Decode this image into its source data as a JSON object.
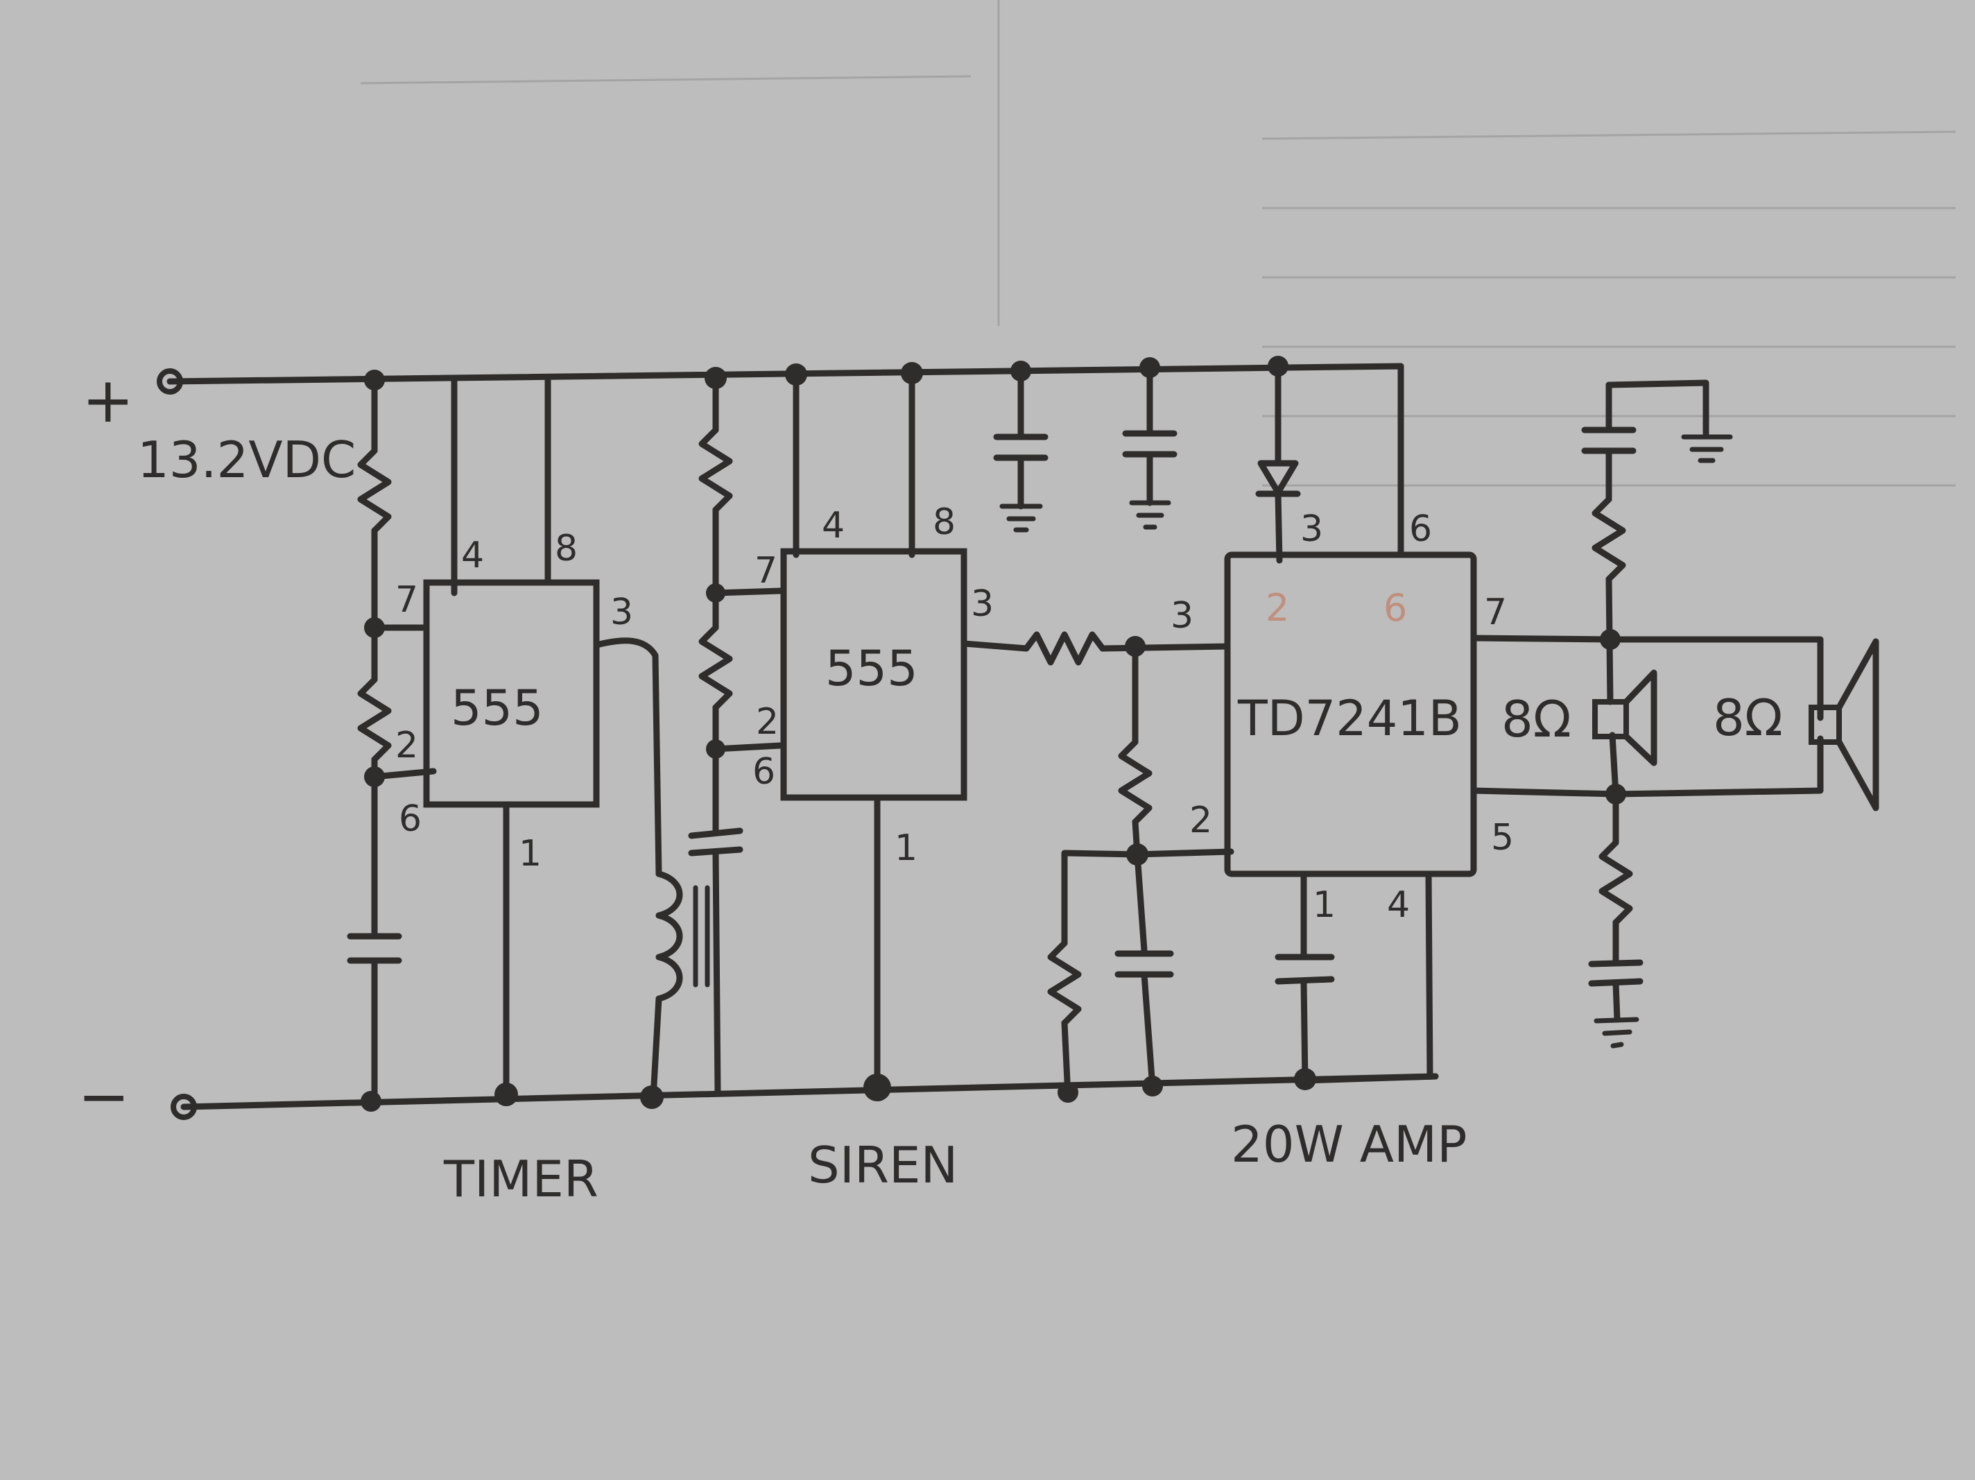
{
  "supply": {
    "plus": "+",
    "minus": "−",
    "voltage": "13.2VDC"
  },
  "sections": {
    "timer": "TIMER",
    "siren": "SIREN",
    "amp": "20W AMP"
  },
  "chips": {
    "timer_ic": "555",
    "siren_ic": "555",
    "amp_ic": "TD7241B"
  },
  "pins": {
    "timer": {
      "p4": "4",
      "p8": "8",
      "p7": "7",
      "p3": "3",
      "p2": "2",
      "p6": "6",
      "p1": "1"
    },
    "siren": {
      "p4": "4",
      "p8": "8",
      "p7": "7",
      "p3": "3",
      "p2": "2",
      "p6": "6",
      "p1": "1"
    },
    "amp": {
      "p3": "3",
      "p6": "6",
      "p3_in": "3",
      "p2": "2",
      "p7": "7",
      "p5": "5",
      "p1": "1",
      "p4": "4",
      "inside_2": "2",
      "inside_6": "6"
    }
  },
  "speakers": {
    "left": "8Ω",
    "right": "8Ω"
  },
  "colors": {
    "paper": "#bdbdbd",
    "ink": "#2e2d2b"
  }
}
